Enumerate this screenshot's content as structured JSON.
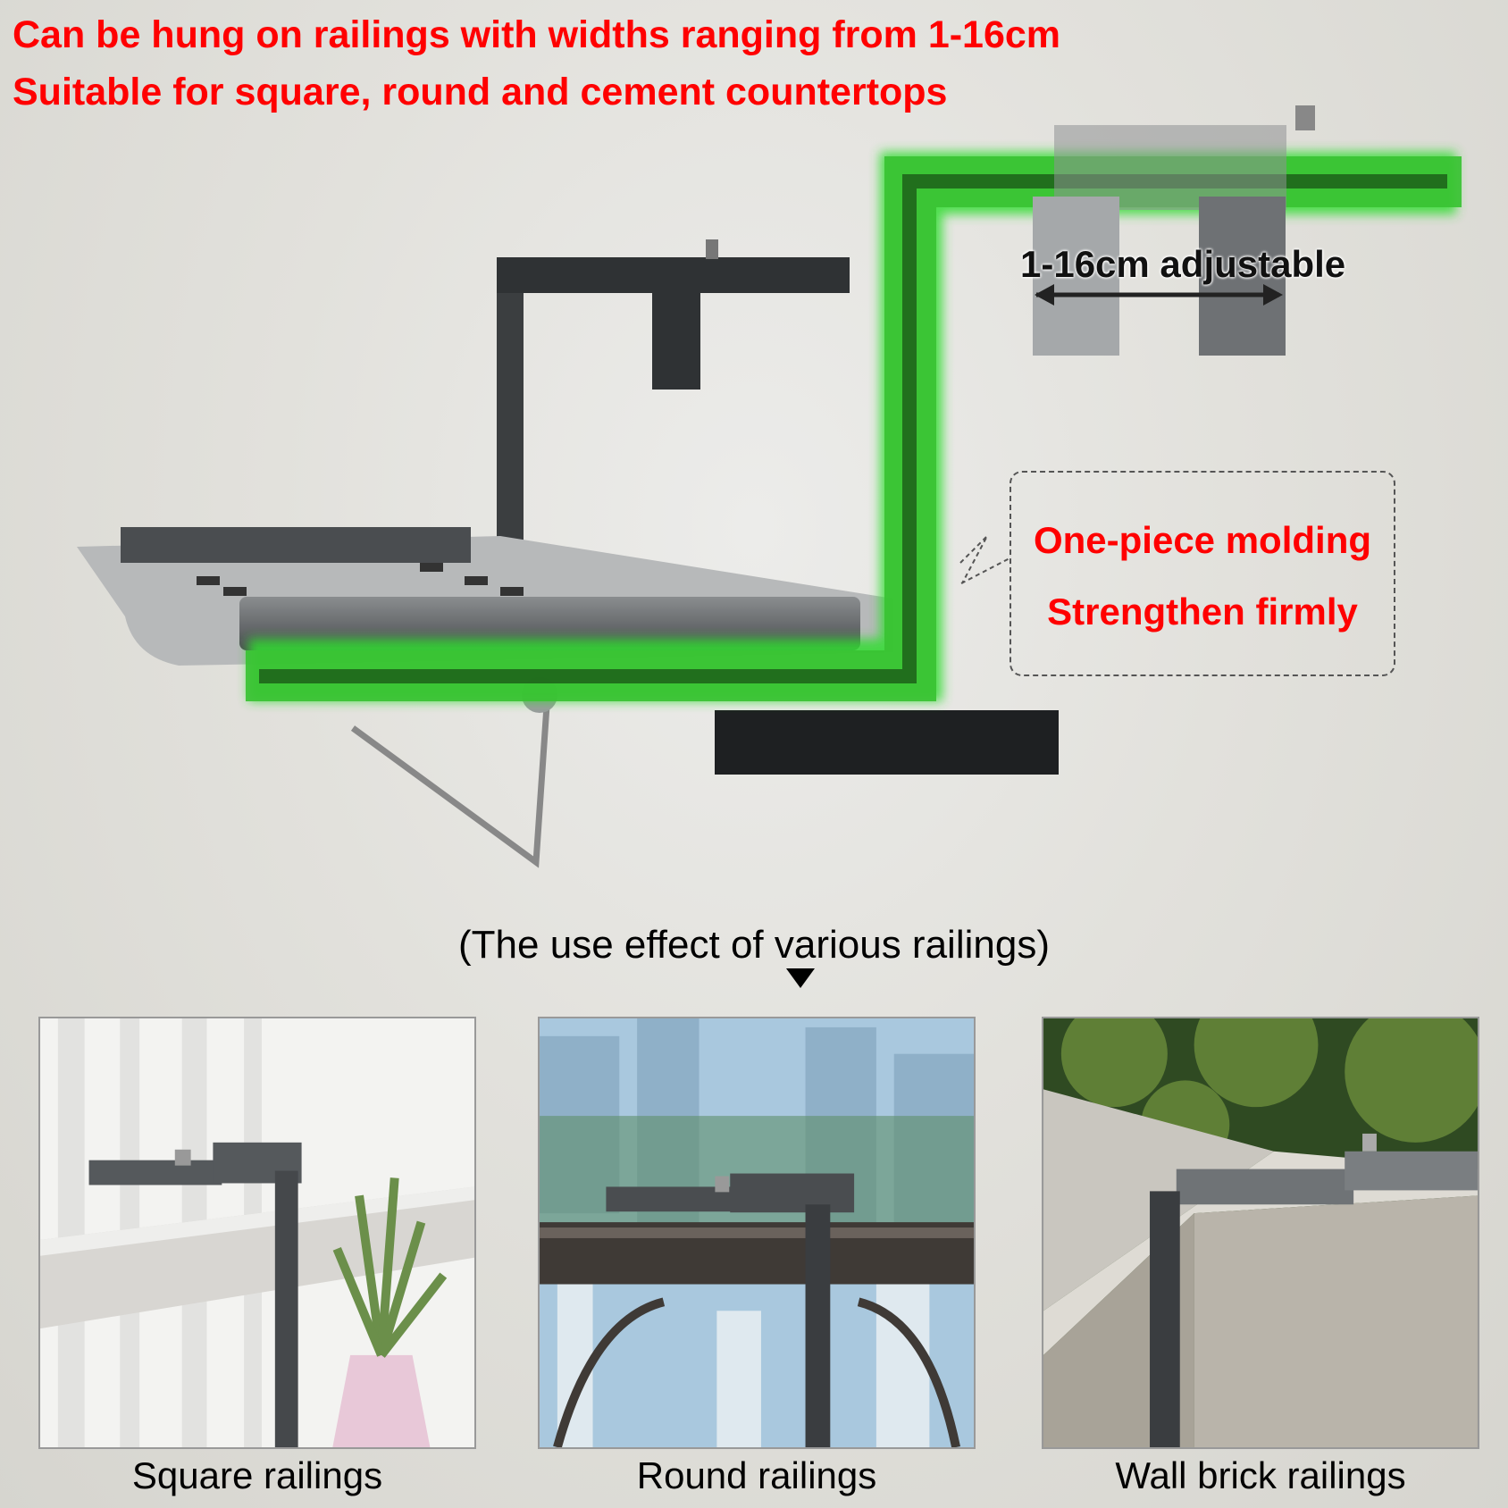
{
  "colors": {
    "headline": "#ff0000",
    "callout": "#ff0000",
    "highlight": "#33cc33",
    "metal": "#3a3d3f"
  },
  "headlines": {
    "line1": "Can be hung on railings with widths ranging from 1-16cm",
    "line2": "Suitable for square, round and cement countertops"
  },
  "diagram": {
    "adjust_label": "1-16cm adjustable",
    "callout": {
      "line1": "One-piece molding",
      "line2": "Strengthen firmly"
    }
  },
  "caption": "(The use effect of various railings)",
  "photos": [
    {
      "label": "Square railings"
    },
    {
      "label": "Round railings"
    },
    {
      "label": "Wall brick railings"
    }
  ]
}
